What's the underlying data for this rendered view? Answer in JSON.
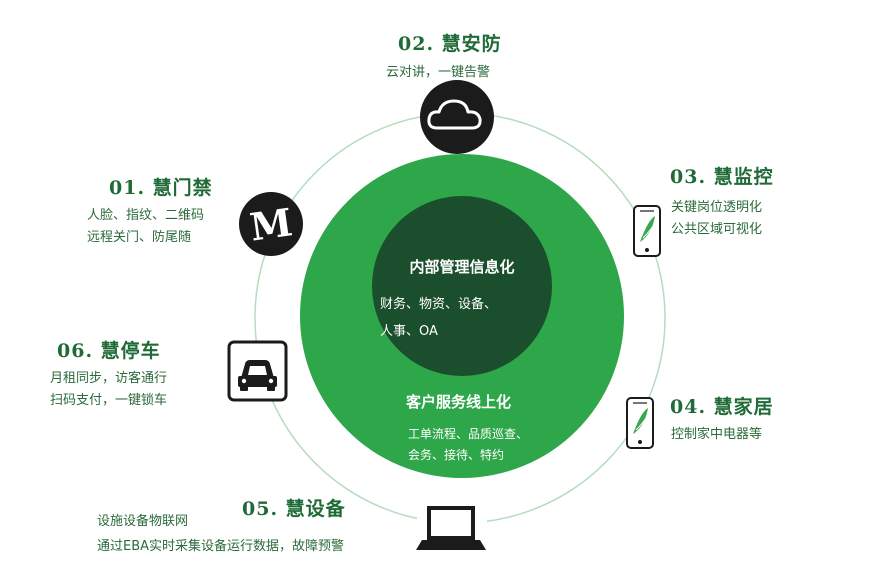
{
  "colors": {
    "ring": "#b6dcbf",
    "outer_circle": "#2ea64a",
    "inner_circle": "#1a4e2c",
    "title": "#1f6b37",
    "text": "#2b6a3a",
    "icon_dark": "#1b1b1b"
  },
  "center": {
    "inner_title": "内部管理信息化",
    "inner_lines": [
      "财务、物资、设备、",
      "人事、OA"
    ],
    "outer_title": "客户服务线上化",
    "outer_lines": [
      "工单流程、品质巡查、",
      "会务、接待、特约"
    ]
  },
  "modules": [
    {
      "id": "01",
      "title": "01. 慧门禁",
      "lines": [
        "人脸、指纹、二维码",
        "远程关门、防尾随"
      ],
      "icon": "m-logo-icon"
    },
    {
      "id": "02",
      "title": "02. 慧安防",
      "lines": [
        "云对讲，一键告警"
      ],
      "icon": "cloud-icon"
    },
    {
      "id": "03",
      "title": "03. 慧监控",
      "lines": [
        "关键岗位透明化",
        "公共区域可视化"
      ],
      "icon": "phone-leaf-icon"
    },
    {
      "id": "04",
      "title": "04. 慧家居",
      "lines": [
        "控制家中电器等"
      ],
      "icon": "phone-leaf-icon"
    },
    {
      "id": "05",
      "title": "05. 慧设备",
      "lines": [
        "设施设备物联网",
        "通过EBA实时采集设备运行数据，故障预警"
      ],
      "icon": "laptop-icon"
    },
    {
      "id": "06",
      "title": "06. 慧停车",
      "lines": [
        "月租同步，访客通行",
        "扫码支付，一键锁车"
      ],
      "icon": "car-icon"
    }
  ]
}
